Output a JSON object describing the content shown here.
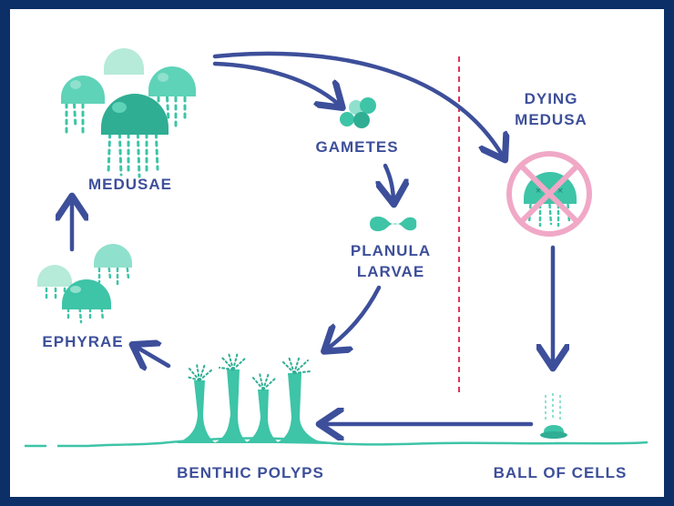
{
  "labels": {
    "medusae": "MEDUSAE",
    "gametes": "GAMETES",
    "planula_line1": "PLANULA",
    "planula_line2": "LARVAE",
    "dying_line1": "DYING",
    "dying_line2": "MEDUSA",
    "ephyrae": "EPHYRAE",
    "benthic_polyps": "BENTHIC POLYPS",
    "ball_of_cells": "BALL OF CELLS"
  },
  "colors": {
    "background": "#0b2f66",
    "panel": "#ffffff",
    "arrow": "#3d4f9a",
    "jelly": "#3ec4a7",
    "jelly_light": "#8fe0cc",
    "jelly_dark": "#1f9c84",
    "divider": "#e0345a",
    "forbidden": "#f0a8c6"
  },
  "icons": [
    "medusae-icon",
    "gametes-icon",
    "planula-larva-icon",
    "dying-medusa-icon",
    "prohibited-icon",
    "ephyrae-icon",
    "benthic-polyps-icon",
    "ball-of-cells-icon"
  ]
}
